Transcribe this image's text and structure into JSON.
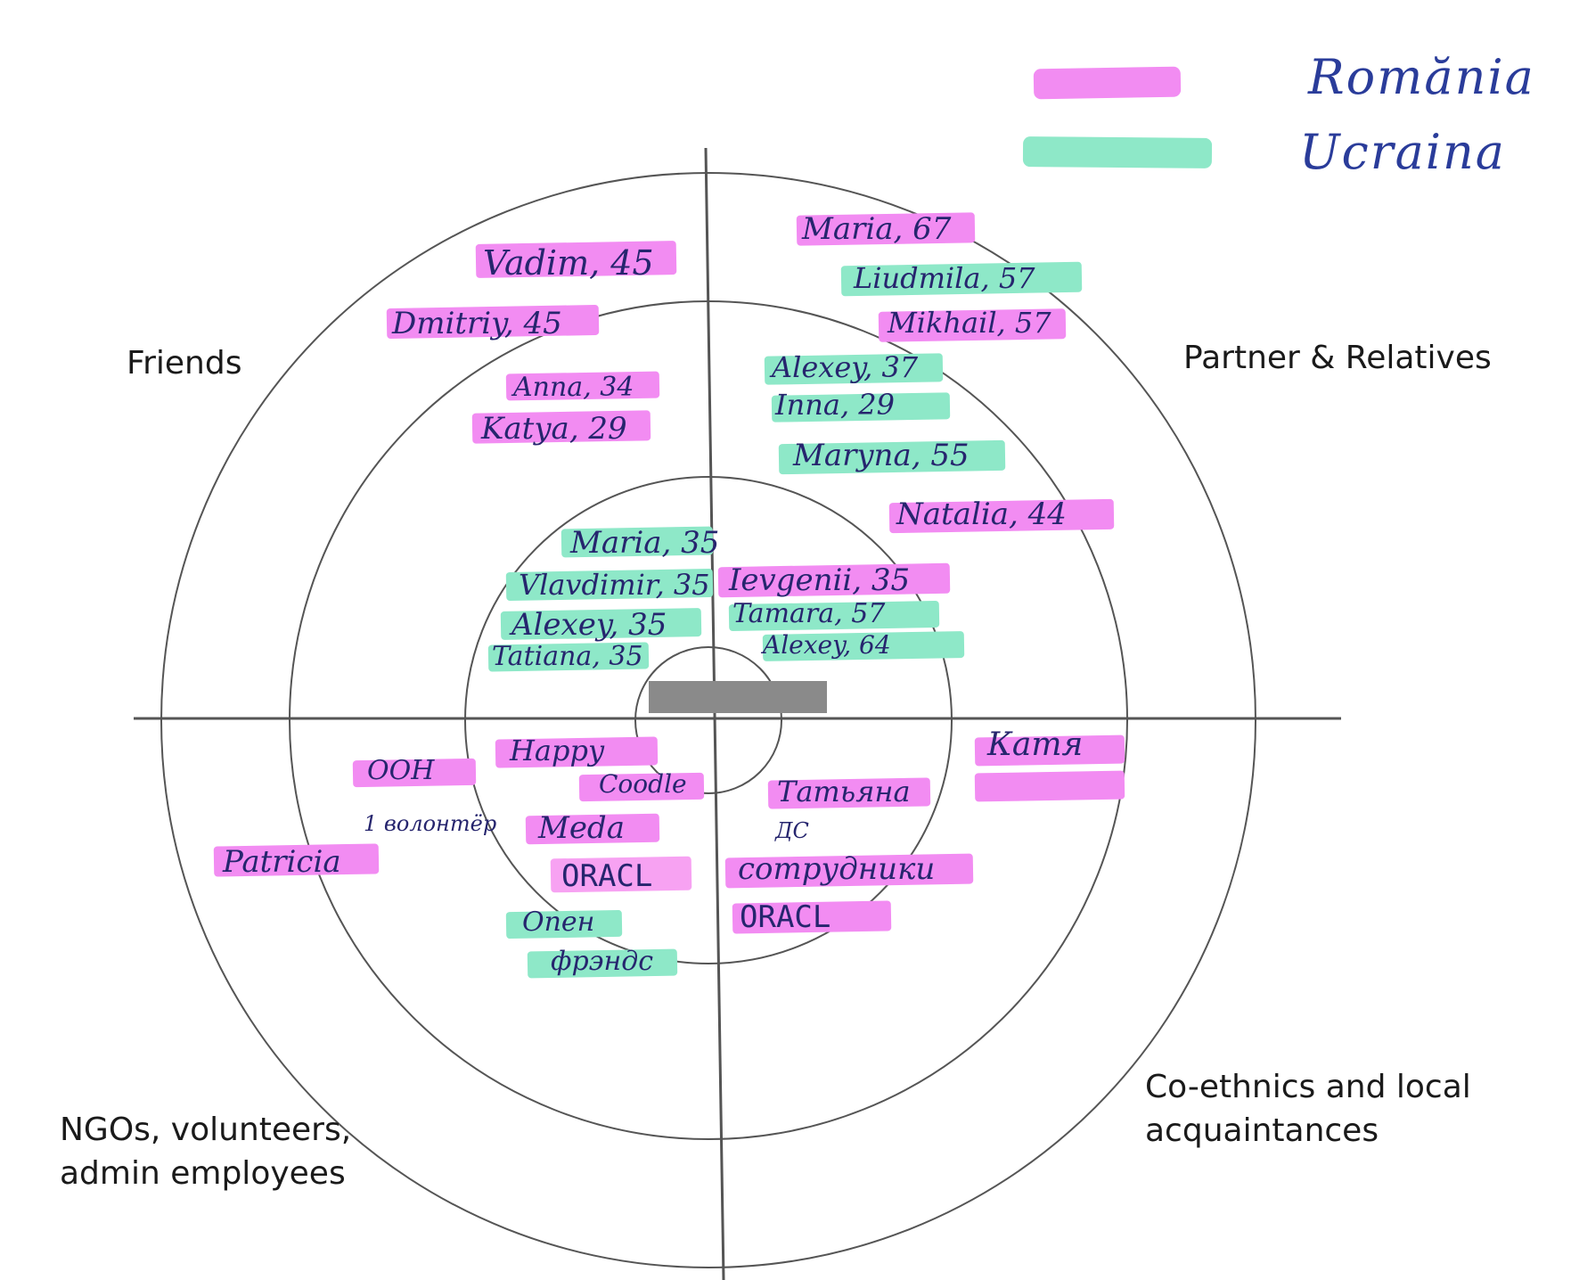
{
  "colors": {
    "romania": "#f28cf2",
    "ucraina": "#8ee8c8",
    "ink": "#26256e",
    "lines": "#555555"
  },
  "legend": {
    "romania_label": "Romănia",
    "ucraina_label": "Ucraina"
  },
  "quadrants": {
    "top_left": "Friends",
    "top_right": "Partner & Relatives",
    "bottom_left": [
      "NGOs, volunteers,",
      "admin employees"
    ],
    "bottom_right": [
      "Co-ethnics and local",
      "acquaintances"
    ]
  },
  "entries": {
    "friends": [
      {
        "text": "Vadim, 45",
        "country": "romania"
      },
      {
        "text": "Dmitriy, 45",
        "country": "romania"
      },
      {
        "text": "Anna, 34",
        "country": "romania"
      },
      {
        "text": "Katya, 29",
        "country": "romania"
      },
      {
        "text": "Maria, 35",
        "country": "ucraina"
      },
      {
        "text": "Vlavdimir, 35",
        "country": "ucraina"
      },
      {
        "text": "Alexey, 35",
        "country": "ucraina"
      },
      {
        "text": "Tatiana, 35",
        "country": "ucraina"
      }
    ],
    "partner_relatives": [
      {
        "text": "Maria, 67",
        "country": "romania"
      },
      {
        "text": "Liudmila, 57",
        "country": "ucraina"
      },
      {
        "text": "Mikhail, 57",
        "country": "romania"
      },
      {
        "text": "Alexey, 37",
        "country": "ucraina"
      },
      {
        "text": "Inna, 29",
        "country": "ucraina"
      },
      {
        "text": "Maryna, 55",
        "country": "ucraina"
      },
      {
        "text": "Natalia, 44",
        "country": "romania"
      },
      {
        "text": "Ievgenii, 35",
        "country": "romania"
      },
      {
        "text": "Tamara, 57",
        "country": "ucraina"
      },
      {
        "text": "Alexey, 64",
        "country": "ucraina"
      }
    ],
    "ngos": [
      {
        "text": "ООН",
        "country": "romania"
      },
      {
        "text": "1 волонтёр",
        "country": "none"
      },
      {
        "text": "Patricia",
        "country": "romania"
      },
      {
        "text": "Happy",
        "country": "romania"
      },
      {
        "text": "Coodle",
        "country": "romania"
      },
      {
        "text": "Meda",
        "country": "romania"
      },
      {
        "text": "ORACL",
        "country": "romania"
      },
      {
        "text": "Опен",
        "country": "ucraina"
      },
      {
        "text": "фрэндс",
        "country": "ucraina"
      }
    ],
    "coethnics": [
      {
        "text": "Катя",
        "country": "romania"
      },
      {
        "text": "Татьяна",
        "country": "romania"
      },
      {
        "text": "ДС",
        "country": "none"
      },
      {
        "text": "сотрудники",
        "country": "romania"
      },
      {
        "text": "ORACL",
        "country": "romania"
      }
    ]
  }
}
